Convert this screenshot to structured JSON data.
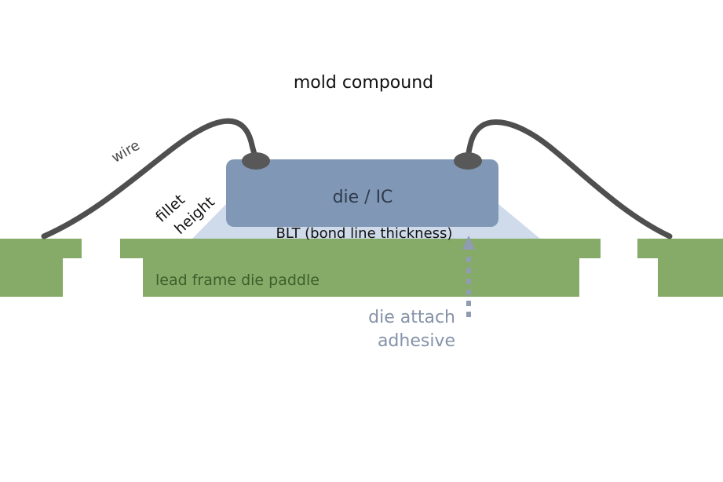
{
  "diagram": {
    "labels": {
      "mold_compound": "mold compound",
      "wire": "wire",
      "die_ic": "die / IC",
      "fillet_line1": "fillet",
      "fillet_line2": "height",
      "blt": "BLT (bond line thickness)",
      "lead_frame": "lead frame die paddle",
      "die_attach_line1": "die attach",
      "die_attach_line2": "adhesive"
    },
    "colors": {
      "background": "#ffffff",
      "lead_frame": "#86aa68",
      "lead_frame_text": "#3f5f2b",
      "die": "#8098b5",
      "die_text": "#2e3a4d",
      "adhesive": "#cfdbea",
      "wire": "#4f4f4f",
      "bond_ball": "#585858",
      "arrow": "#8f9cb2",
      "arrow_text": "#8592a8",
      "text": "#111111",
      "wire_text": "#4a4a4a"
    }
  }
}
